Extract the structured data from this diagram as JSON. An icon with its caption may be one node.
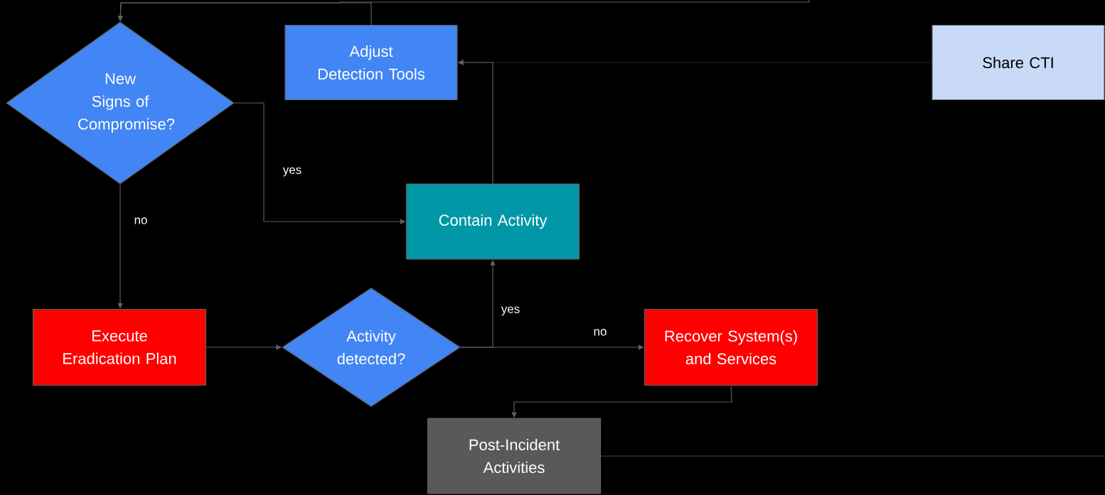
{
  "diagram": {
    "nodes": [
      {
        "text": [
          "New Signs of Compromise?"
        ]
      },
      {
        "text": [
          "Adjust Detection Tools"
        ]
      },
      {
        "text": [
          "Share CTI"
        ]
      },
      {
        "text": [
          "Contain Activity"
        ]
      },
      {
        "text": [
          "Execute Eradication Plan"
        ]
      },
      {
        "text": [
          "Activity detected?"
        ]
      },
      {
        "text": [
          "Recover System(s) and Services"
        ]
      },
      {
        "text": [
          "Post-Incident Activities"
        ]
      }
    ],
    "edges": [
      {
        "from": 1,
        "to": 0,
        "arrow": "to"
      },
      {
        "from": null,
        "to": 0,
        "arrow": "to"
      },
      {
        "from": 2,
        "to": 1,
        "arrow": "to",
        "style": "dashed"
      },
      {
        "from": 3,
        "to": 1,
        "arrow": "to"
      },
      {
        "from": 0,
        "to": 3,
        "arrow": "to",
        "label": "yes"
      },
      {
        "from": 0,
        "to": 4,
        "arrow": "to",
        "label": "no"
      },
      {
        "from": 4,
        "to": 5,
        "arrow": "to"
      },
      {
        "from": 5,
        "to": 3,
        "arrow": "to",
        "label": "yes"
      },
      {
        "from": 5,
        "to": 6,
        "arrow": "to",
        "label": "no"
      },
      {
        "from": 6,
        "to": 7,
        "arrow": "to"
      },
      {
        "from": 7,
        "to": null,
        "arrow": "none"
      }
    ]
  }
}
